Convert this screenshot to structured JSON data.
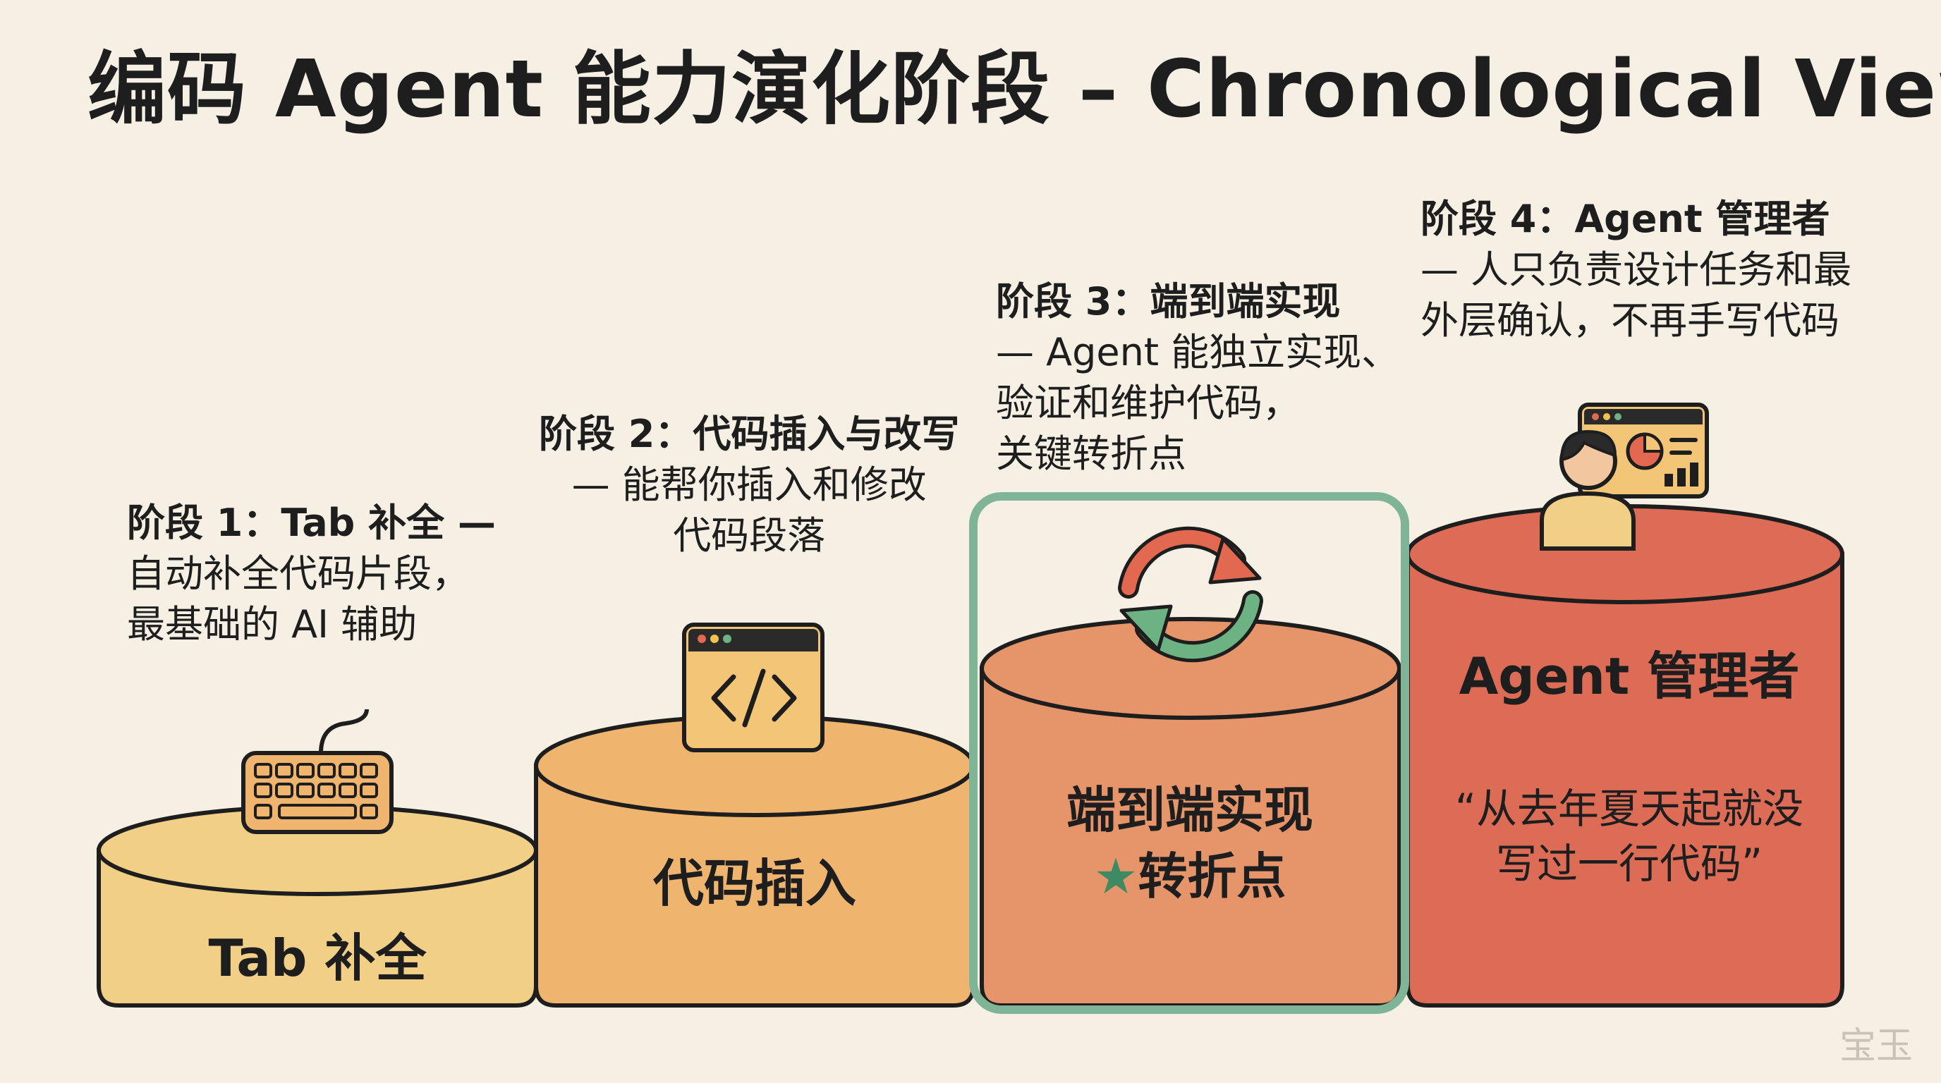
{
  "title": "编码 Agent 能力演化阶段 – Chronological View",
  "stages": [
    {
      "heading": "阶段 1：Tab 补全 —",
      "lines": [
        "自动补全代码片段，",
        "最基础的 AI 辅助"
      ],
      "platform_label": "Tab 补全",
      "icon": "keyboard-icon",
      "color": "#f2cf86"
    },
    {
      "heading": "阶段 2：代码插入与改写",
      "lines": [
        "— 能帮你插入和修改",
        "代码段落"
      ],
      "platform_label": "代码插入",
      "icon": "code-window-icon",
      "color": "#efb46e"
    },
    {
      "heading": "阶段 3：端到端实现",
      "lines": [
        "— Agent 能独立实现、",
        "验证和维护代码，",
        "关键转折点"
      ],
      "platform_label": "端到端实现",
      "platform_sublabel_star": "★",
      "platform_sublabel": "转折点",
      "icon": "sync-arrows-icon",
      "color": "#e6946a",
      "highlight_color": "#7fb596"
    },
    {
      "heading": "阶段 4：Agent 管理者",
      "lines": [
        "— 人只负责设计任务和最",
        "外层确认，不再手写代码"
      ],
      "platform_label": "Agent 管理者",
      "platform_quote_lines": [
        "“从去年夏天起就没",
        "写过一行代码”"
      ],
      "icon": "manager-dashboard-icon",
      "color": "#dc6c55"
    }
  ],
  "watermark": "宝玉"
}
